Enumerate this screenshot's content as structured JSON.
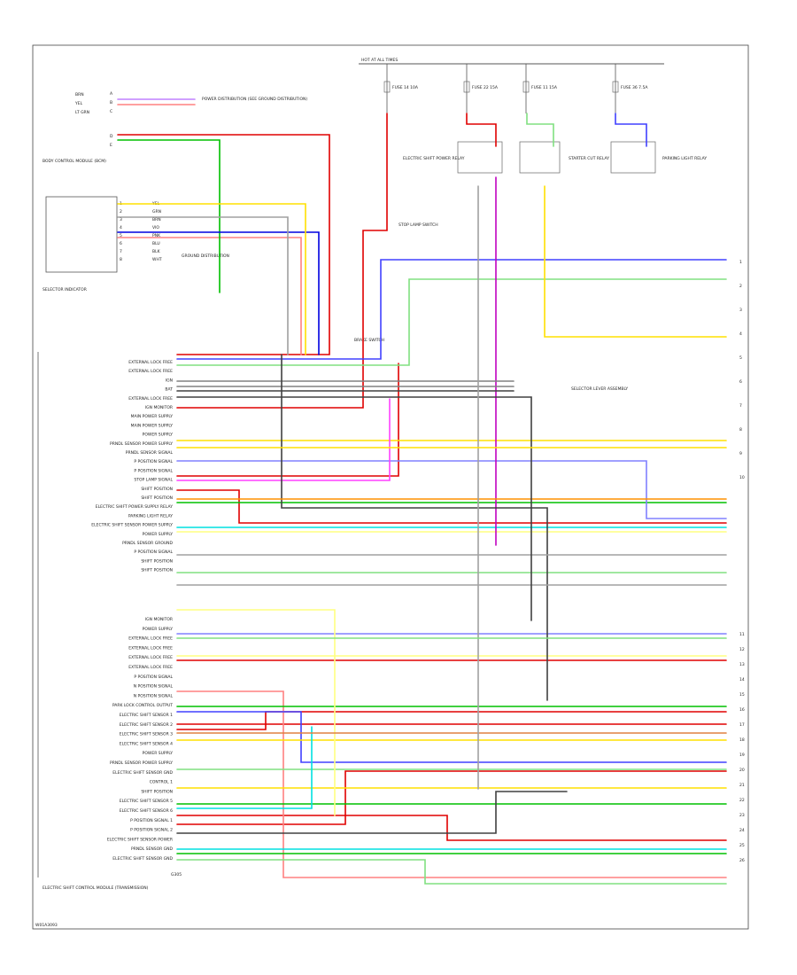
{
  "page": {
    "footer_code": "W01A3093",
    "bottom_label": "ELECTRIC SHIFT CONTROL MODULE (TRANSMISSION)",
    "ground_label": "G305"
  },
  "top_feed": {
    "label": "HOT AT ALL TIMES"
  },
  "fuses": [
    {
      "label": "FUSE 14 10A"
    },
    {
      "label": "FUSE 22 15A"
    },
    {
      "label": "FUSE 11 15A"
    },
    {
      "label": "FUSE 36 7.5A"
    }
  ],
  "left_components": {
    "connectors_top": [
      "BRN",
      "YEL",
      "LT GRN"
    ],
    "terminals_top": [
      "A",
      "B",
      "C",
      "D",
      "E"
    ],
    "body_ctrl_label": "BODY CONTROL MODULE (BCM)",
    "power_dist_label": "POWER DISTRIBUTION (SEE GROUND DISTRIBUTION)",
    "selector_label": "SELECTOR INDICATOR",
    "selector_pins": [
      "1",
      "2",
      "3",
      "4",
      "5",
      "6",
      "7",
      "8"
    ],
    "wire_colors": [
      "YEL",
      "GRN",
      "BRN",
      "VIO",
      "PNK",
      "BLU",
      "BLK",
      "WHT"
    ],
    "ground_label": "GROUND DISTRIBUTION"
  },
  "relays": [
    {
      "label": "ELECTRIC SHIFT POWER RELAY"
    },
    {
      "label": "STARTER CUT RELAY"
    },
    {
      "label": "PARKING LIGHT RELAY"
    }
  ],
  "switches": [
    {
      "label": "STOP LAMP SWITCH"
    },
    {
      "label": "BRAKE SWITCH"
    }
  ],
  "right_connector": {
    "label": "SELECTOR LEVER ASSEMBLY",
    "pins": [
      "1",
      "2",
      "3",
      "4",
      "5",
      "6",
      "7",
      "8",
      "9",
      "10",
      "11",
      "12",
      "13",
      "14",
      "15",
      "16",
      "17",
      "18",
      "19",
      "20",
      "21",
      "22",
      "23",
      "24",
      "25",
      "26"
    ]
  },
  "upper_pin_labels": [
    "EXTERNAL LOCK FREE",
    "EXTERNAL LOCK FREE",
    "IGN",
    "BAT",
    "EXTERNAL LOCK FREE",
    "IGN MONITOR",
    "MAIN POWER SUPPLY",
    "MAIN POWER SUPPLY",
    "POWER SUPPLY",
    "PRNDL SENSOR POWER SUPPLY",
    "PRNDL SENSOR SIGNAL",
    "P POSITION SIGNAL",
    "P POSITION SIGNAL",
    "STOP LAMP SIGNAL",
    "SHIFT POSITION",
    "SHIFT POSITION",
    "ELECTRIC SHIFT POWER SUPPLY RELAY",
    "PARKING LIGHT RELAY",
    "ELECTRIC SHIFT SENSOR POWER SUPPLY",
    "POWER SUPPLY",
    "PRNDL SENSOR GROUND",
    "P POSITION SIGNAL",
    "SHIFT POSITION",
    "SHIFT POSITION"
  ],
  "lower_pin_labels": [
    "IGN MONITOR",
    "POWER SUPPLY",
    "EXTERNAL LOCK FREE",
    "EXTERNAL LOCK FREE",
    "EXTERNAL LOCK FREE",
    "EXTERNAL LOCK FREE",
    "P POSITION SIGNAL",
    "N POSITION SIGNAL",
    "N POSITION SIGNAL",
    "PARK LOCK CONTROL OUTPUT",
    "ELECTRIC SHIFT SENSOR 1",
    "ELECTRIC SHIFT SENSOR 2",
    "ELECTRIC SHIFT SENSOR 3",
    "ELECTRIC SHIFT SENSOR 4",
    "POWER SUPPLY",
    "PRNDL SENSOR POWER SUPPLY",
    "ELECTRIC SHIFT SENSOR GND",
    "CONTROL 1",
    "SHIFT POSITION",
    "ELECTRIC SHIFT SENSOR 5",
    "ELECTRIC SHIFT SENSOR 6",
    "P POSITION SIGNAL 1",
    "P POSITION SIGNAL 2",
    "ELECTRIC SHIFT SENSOR POWER",
    "PRNDL SENSOR GND",
    "ELECTRIC SHIFT SENSOR GND"
  ]
}
